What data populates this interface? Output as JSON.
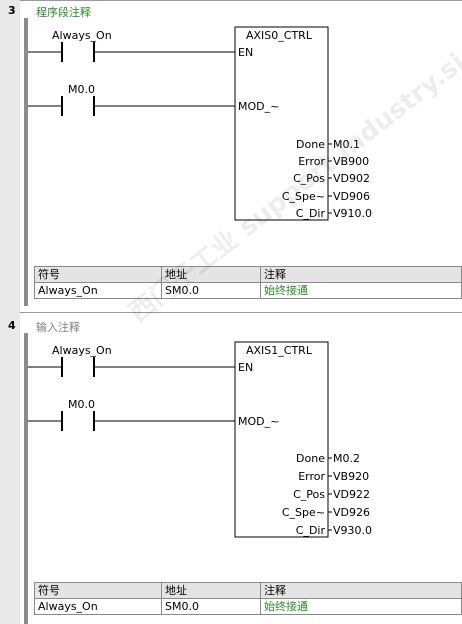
{
  "networks": [
    {
      "number": "3",
      "comment": "程序段注释",
      "comment_color": "#2a8a2a",
      "contacts": [
        "Always_On",
        "M0.0"
      ],
      "block": {
        "title": "AXIS0_CTRL",
        "inputs": [
          "EN",
          "MOD_~"
        ],
        "outputs": [
          {
            "pin": "Done",
            "value": "M0.1"
          },
          {
            "pin": "Error",
            "value": "VB900"
          },
          {
            "pin": "C_Pos",
            "value": "VD902"
          },
          {
            "pin": "C_Spe~",
            "value": "VD906"
          },
          {
            "pin": "C_Dir",
            "value": "V910.0"
          }
        ]
      },
      "symbol_table": {
        "headers": [
          "符号",
          "地址",
          "注释"
        ],
        "row": {
          "symbol": "Always_On",
          "address": "SM0.0",
          "comment": "始终接通"
        }
      }
    },
    {
      "number": "4",
      "comment": "输入注释",
      "comment_color": "#808080",
      "contacts": [
        "Always_On",
        "M0.0"
      ],
      "block": {
        "title": "AXIS1_CTRL",
        "inputs": [
          "EN",
          "MOD_~"
        ],
        "outputs": [
          {
            "pin": "Done",
            "value": "M0.2"
          },
          {
            "pin": "Error",
            "value": "VB920"
          },
          {
            "pin": "C_Pos",
            "value": "VD922"
          },
          {
            "pin": "C_Spe~",
            "value": "VD926"
          },
          {
            "pin": "C_Dir",
            "value": "V930.0"
          }
        ]
      },
      "symbol_table": {
        "headers": [
          "符号",
          "地址",
          "注释"
        ],
        "row": {
          "symbol": "Always_On",
          "address": "SM0.0",
          "comment": "始终接通"
        }
      }
    }
  ],
  "watermark": "西门子工业 support.industry.siemens.com/cs"
}
